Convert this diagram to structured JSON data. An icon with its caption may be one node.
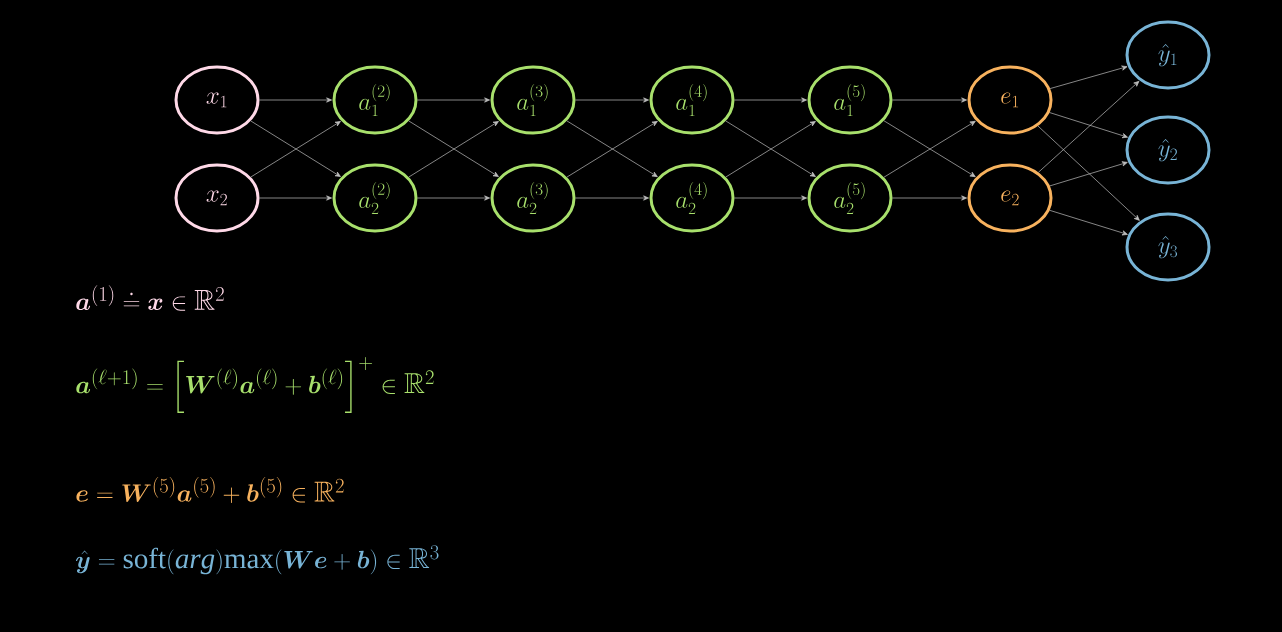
{
  "diagram": {
    "nodes": [
      {
        "text": [
          "x_1"
        ]
      },
      {
        "text": [
          "x_2"
        ]
      },
      {
        "text": [
          "a_1^{(2)}"
        ]
      },
      {
        "text": [
          "a_2^{(2)}"
        ]
      },
      {
        "text": [
          "a_1^{(3)}"
        ]
      },
      {
        "text": [
          "a_2^{(3)}"
        ]
      },
      {
        "text": [
          "a_1^{(4)}"
        ]
      },
      {
        "text": [
          "a_2^{(4)}"
        ]
      },
      {
        "text": [
          "a_1^{(5)}"
        ]
      },
      {
        "text": [
          "a_2^{(5)}"
        ]
      },
      {
        "text": [
          "e_1"
        ]
      },
      {
        "text": [
          "e_2"
        ]
      },
      {
        "text": [
          "\\hat{y}_1"
        ]
      },
      {
        "text": [
          "\\hat{y}_2"
        ]
      },
      {
        "text": [
          "\\hat{y}_3"
        ]
      }
    ],
    "edges": [
      {
        "from": 0,
        "to": 2,
        "arrow": "to"
      },
      {
        "from": 0,
        "to": 3,
        "arrow": "to"
      },
      {
        "from": 1,
        "to": 2,
        "arrow": "to"
      },
      {
        "from": 1,
        "to": 3,
        "arrow": "to"
      },
      {
        "from": 2,
        "to": 4,
        "arrow": "to"
      },
      {
        "from": 2,
        "to": 5,
        "arrow": "to"
      },
      {
        "from": 3,
        "to": 4,
        "arrow": "to"
      },
      {
        "from": 3,
        "to": 5,
        "arrow": "to"
      },
      {
        "from": 4,
        "to": 6,
        "arrow": "to"
      },
      {
        "from": 4,
        "to": 7,
        "arrow": "to"
      },
      {
        "from": 5,
        "to": 6,
        "arrow": "to"
      },
      {
        "from": 5,
        "to": 7,
        "arrow": "to"
      },
      {
        "from": 6,
        "to": 8,
        "arrow": "to"
      },
      {
        "from": 6,
        "to": 9,
        "arrow": "to"
      },
      {
        "from": 7,
        "to": 8,
        "arrow": "to"
      },
      {
        "from": 7,
        "to": 9,
        "arrow": "to"
      },
      {
        "from": 8,
        "to": 10,
        "arrow": "to"
      },
      {
        "from": 8,
        "to": 11,
        "arrow": "to"
      },
      {
        "from": 9,
        "to": 10,
        "arrow": "to"
      },
      {
        "from": 9,
        "to": 11,
        "arrow": "to"
      },
      {
        "from": 10,
        "to": 12,
        "arrow": "to"
      },
      {
        "from": 10,
        "to": 13,
        "arrow": "to"
      },
      {
        "from": 10,
        "to": 14,
        "arrow": "to"
      },
      {
        "from": 11,
        "to": 12,
        "arrow": "to"
      },
      {
        "from": 11,
        "to": 13,
        "arrow": "to"
      },
      {
        "from": 11,
        "to": 14,
        "arrow": "to"
      }
    ],
    "labels": [
      "\\boldsymbol{a}^{(1)} \\doteq \\boldsymbol{x} \\in \\mathbb{R}^2",
      "\\boldsymbol{a}^{(\\ell+1)} = \\Big[\\boldsymbol{W}^{(\\ell)}\\boldsymbol{a}^{(\\ell)} + \\boldsymbol{b}^{(\\ell)}\\Big]^{+} \\in \\mathbb{R}^2",
      "\\boldsymbol{e} = \\boldsymbol{W}^{(5)}\\boldsymbol{a}^{(5)} + \\boldsymbol{b}^{(5)} \\in \\mathbb{R}^2",
      "\\hat{\\boldsymbol{y}} = \\mathrm{soft}\\mathit{(arg)}\\mathrm{max}(\\boldsymbol{W}\\boldsymbol{e} + \\boldsymbol{b}) \\in \\mathbb{R}^3"
    ]
  }
}
